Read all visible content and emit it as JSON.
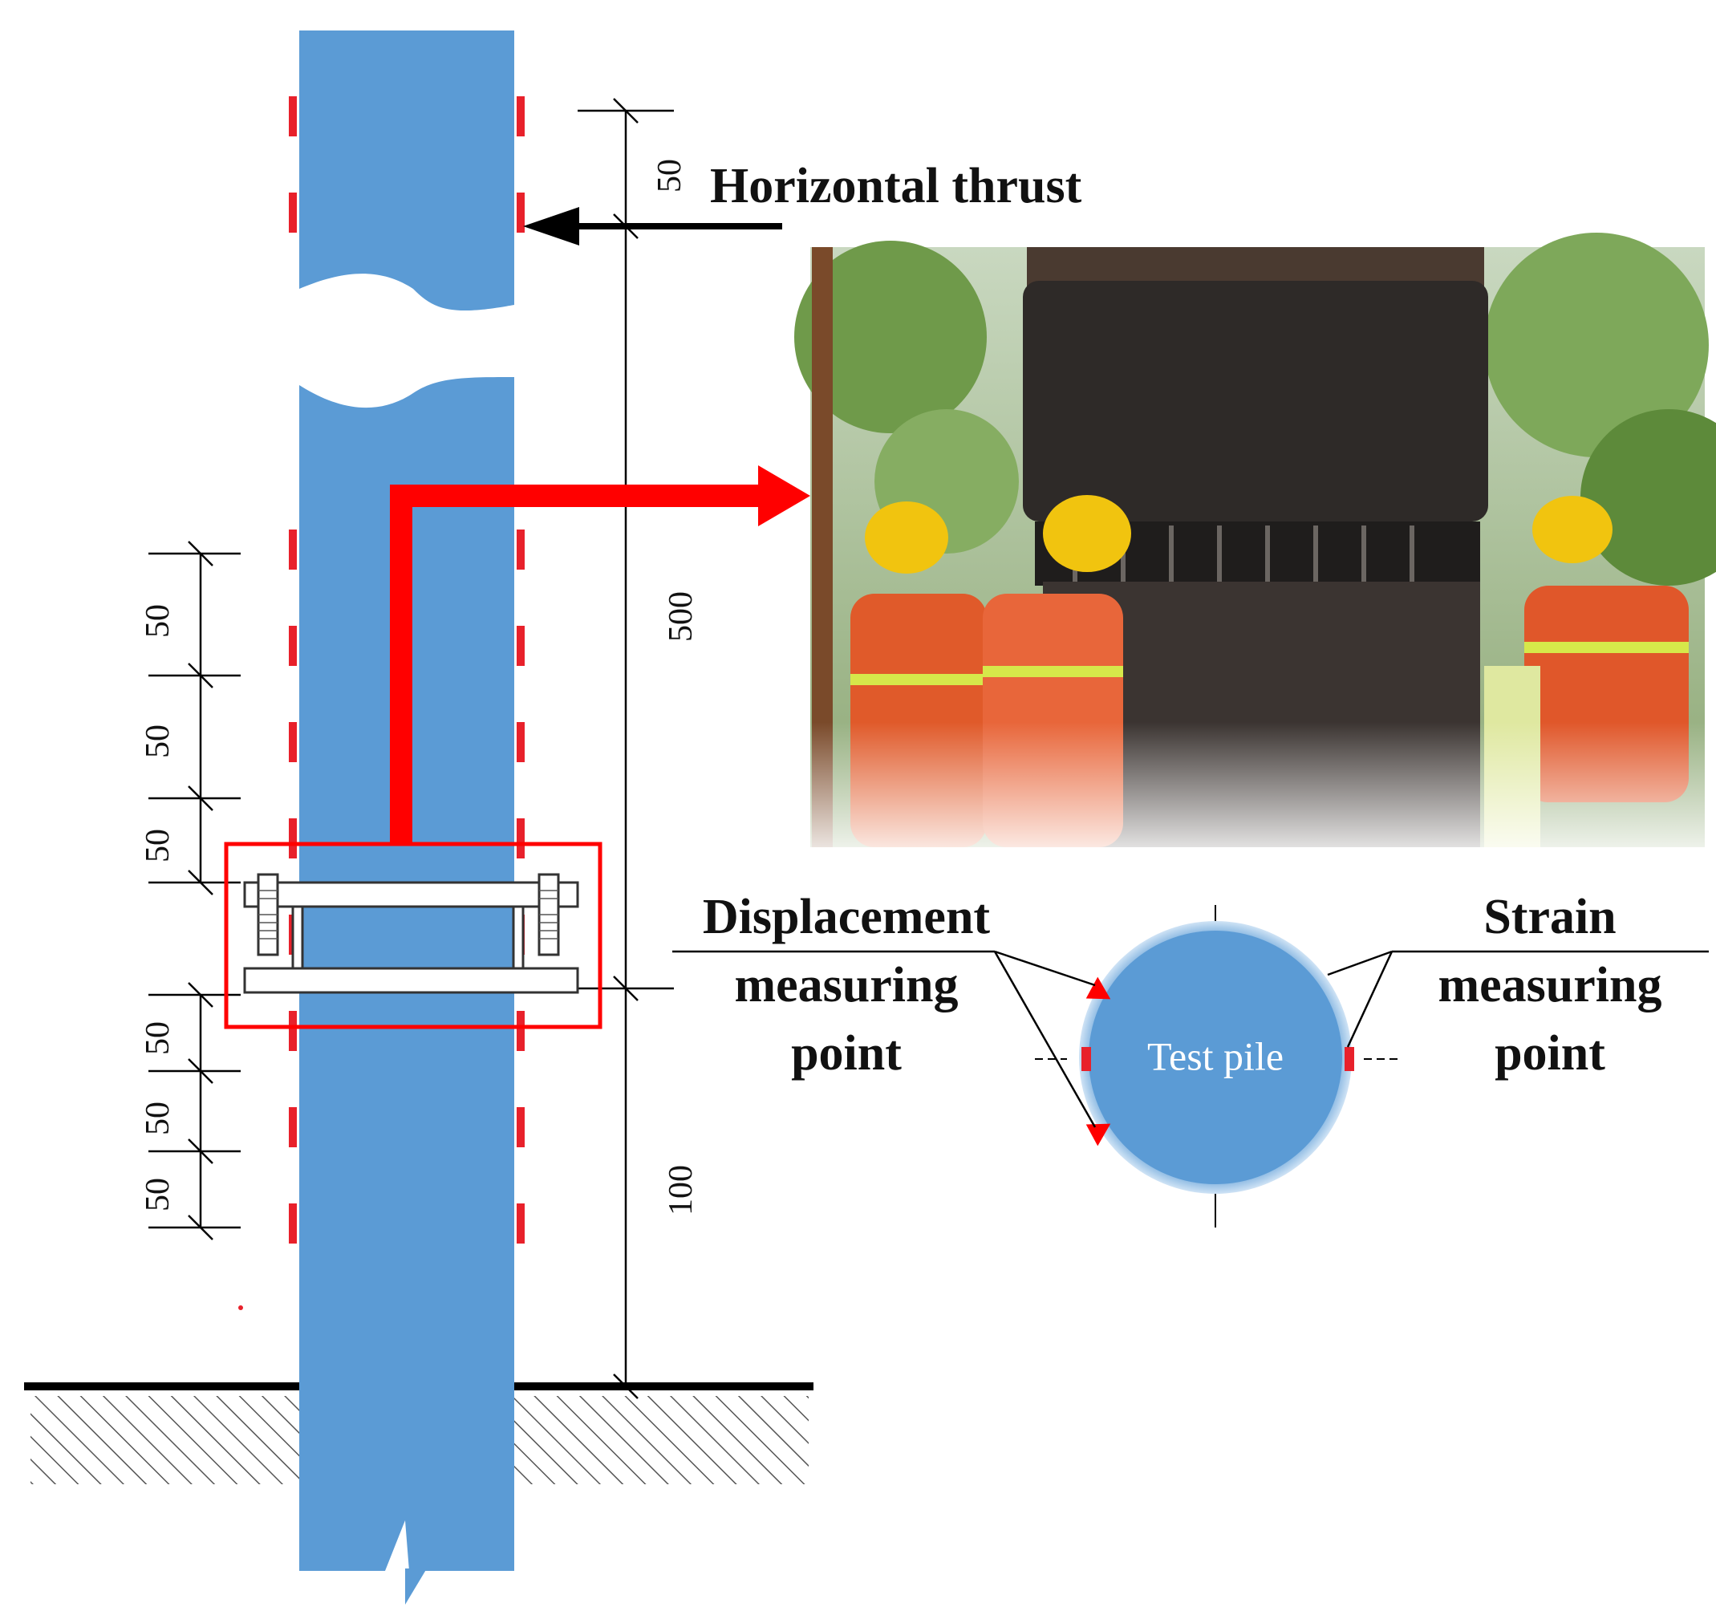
{
  "labels": {
    "horizontal_thrust": "Horizontal thrust",
    "displacement_line1": "Displacement",
    "displacement_line2": "measuring",
    "displacement_line3": "point",
    "strain_line1": "Strain",
    "strain_line2": "measuring",
    "strain_line3": "point",
    "test_pile": "Test pile"
  },
  "dimensions": {
    "top_50": "50",
    "total_500": "500",
    "bottom_100": "100",
    "upper_stack": [
      "50",
      "50",
      "50"
    ],
    "lower_stack": [
      "50",
      "50",
      "50"
    ]
  },
  "colors": {
    "pile": "#5b9bd5",
    "marker": "#e8212b",
    "arrow_red": "#ff0000",
    "line": "#000000"
  },
  "photo": {
    "description_icon": "construction-site-photo"
  }
}
